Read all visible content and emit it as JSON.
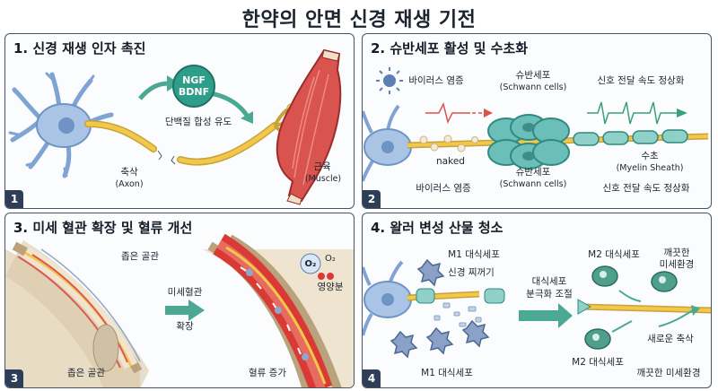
{
  "title": "한약의 안면 신경 재생 기전",
  "panels": [
    {
      "number": "1",
      "title": "1. 신경 재생 인자 촉진",
      "labels": {
        "factor_line1": "NGF",
        "factor_line2": "BDNF",
        "protein_synthesis": "단백질 합성 유도",
        "axon": "축삭",
        "axon_en": "(Axon)",
        "muscle": "근육",
        "muscle_en": "(Muscle)"
      }
    },
    {
      "number": "2",
      "title": "2. 슈반세포 활성 및 수초화",
      "labels": {
        "virus_top": "바이러스 염증",
        "schwann_top": "슈반세포",
        "schwann_top_en": "(Schwann cells)",
        "speed_top": "신호 전달 속도 정상화",
        "naked": "naked",
        "myelin": "수초",
        "myelin_en": "(Myelin Sheath)",
        "schwann_bottom": "슈반세포",
        "schwann_bottom_en": "(Schwann cells)",
        "virus_bottom": "바이러스 염증",
        "speed_bottom": "신호 전달 속도 정상화"
      }
    },
    {
      "number": "3",
      "title": "3. 미세 혈관 확장 및 혈류 개선",
      "labels": {
        "narrow_top": "좁은 골관",
        "dilation_line1": "미세혈관",
        "dilation_line2": "확장",
        "o2_a": "O₂",
        "o2_b": "O₂",
        "nutrients": "영양분",
        "narrow_bottom": "좁은 골관",
        "blood_flow": "혈류 증가"
      }
    },
    {
      "number": "4",
      "title": "4. 왈러 변성 산물 청소",
      "labels": {
        "m1_top": "M1 대식세포",
        "debris": "신경 찌꺼기",
        "polarization_line1": "대식세포",
        "polarization_line2": "분극화 조절",
        "m2_top": "M2 대식세포",
        "clean_top_line1": "깨끗한",
        "clean_top_line2": "미세환경",
        "new_axon": "새로운 축삭",
        "m2_bottom": "M2 대식세포",
        "m1_bottom": "M1 대식세포",
        "clean_bottom": "깨끗한 미세환경"
      }
    }
  ],
  "colors": {
    "panel_border": "#44556a",
    "number_box": "#2d3e56",
    "neuron": "#a9c4e4",
    "axon": "#f2c84b",
    "factor_circle": "#2e9e8a",
    "arrow": "#4aa893",
    "muscle": "#d9534f",
    "schwann": "#6bbfb8",
    "vessel_red": "#d93a35",
    "m1_macrophage": "#8aa1c8",
    "m2_macrophage": "#4f9f8c"
  }
}
